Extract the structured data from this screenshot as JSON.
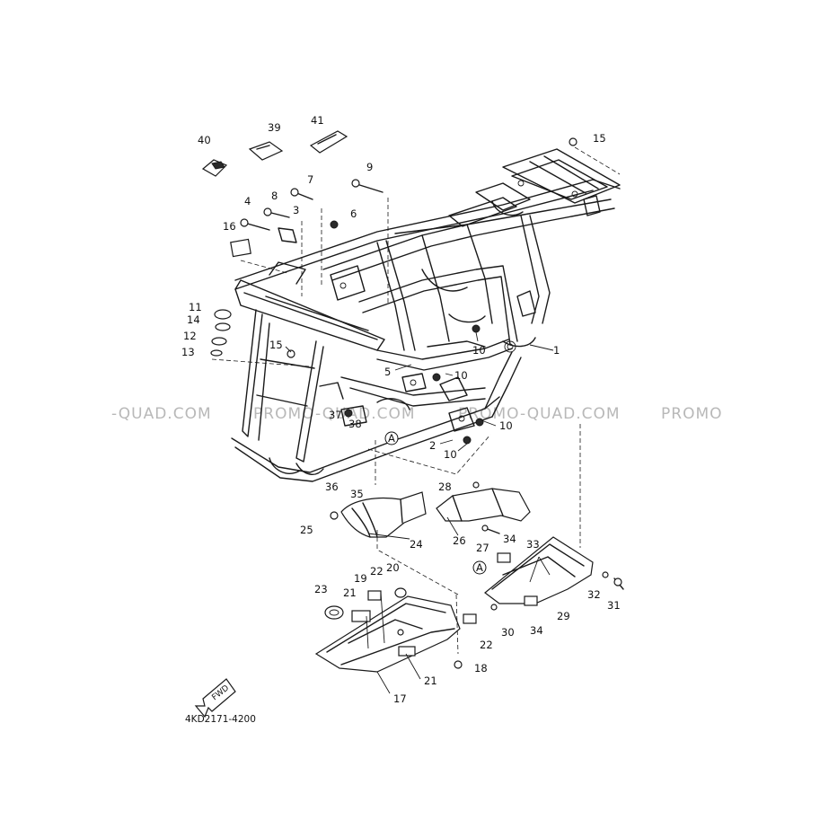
{
  "diagram_code": "4KD2171-4200",
  "direction_label": "FWD",
  "reference_marker": "A",
  "watermark_text": [
    "-QUAD.COM",
    "PROMO-QUAD.COM",
    "PROMO-QUAD.COM",
    "PROMO"
  ],
  "callouts": [
    "1",
    "2",
    "3",
    "4",
    "5",
    "6",
    "7",
    "8",
    "9",
    "10",
    "10",
    "10",
    "10",
    "10",
    "11",
    "12",
    "13",
    "14",
    "15",
    "15",
    "16",
    "17",
    "18",
    "19",
    "20",
    "21",
    "21",
    "22",
    "22",
    "23",
    "24",
    "25",
    "26",
    "27",
    "28",
    "29",
    "30",
    "31",
    "32",
    "33",
    "34",
    "34",
    "35",
    "36",
    "37",
    "38",
    "39",
    "40",
    "41"
  ]
}
